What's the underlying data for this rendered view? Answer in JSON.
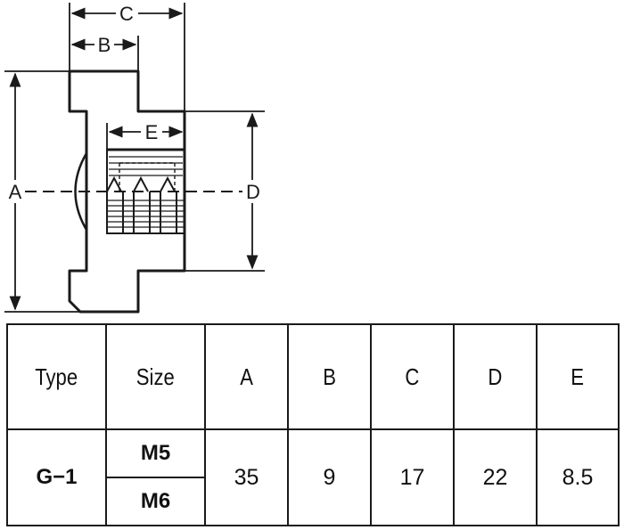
{
  "dimension_labels": {
    "a": "A",
    "b": "B",
    "c": "C",
    "d": "D",
    "e": "E"
  },
  "table": {
    "headers": [
      "Type",
      "Size",
      "A",
      "B",
      "C",
      "D",
      "E"
    ],
    "type": "G−1",
    "sizes": [
      "M5",
      "M6"
    ],
    "values": {
      "a": "35",
      "b": "9",
      "c": "17",
      "d": "22",
      "e": "8.5"
    }
  }
}
